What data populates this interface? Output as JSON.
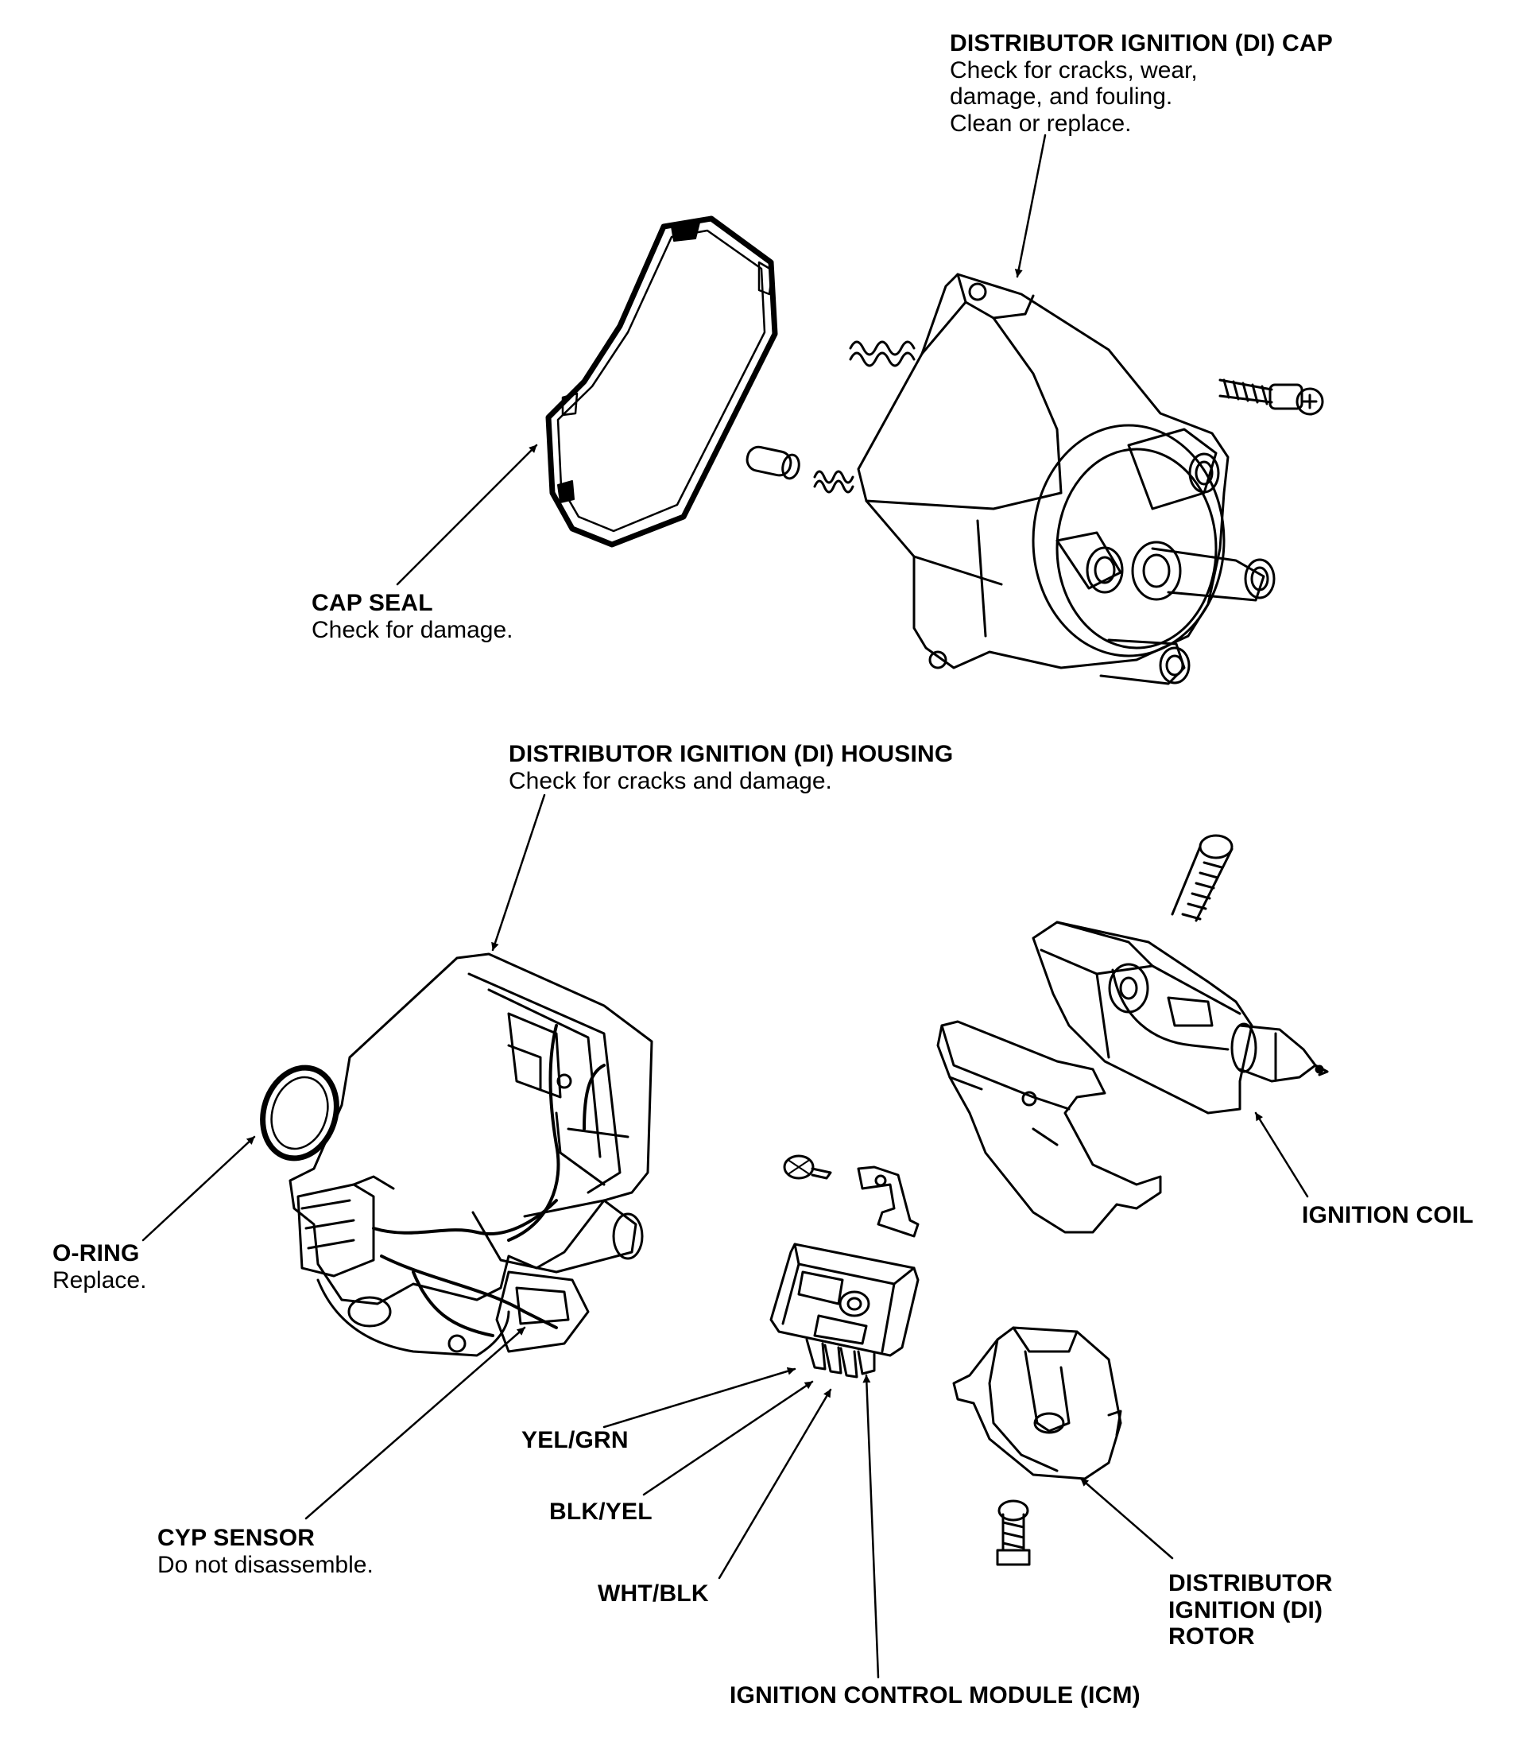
{
  "callouts": {
    "di_cap": {
      "title": "DISTRIBUTOR IGNITION (DI) CAP",
      "notes": [
        "Check for cracks, wear,",
        "damage, and fouling.",
        "Clean or replace."
      ]
    },
    "cap_seal": {
      "title": "CAP SEAL",
      "note": "Check for damage."
    },
    "di_housing": {
      "title": "DISTRIBUTOR IGNITION (DI) HOUSING",
      "note": "Check for cracks and damage."
    },
    "o_ring": {
      "title": "O-RING",
      "note": "Replace."
    },
    "ignition_coil": {
      "title": "IGNITION COIL"
    },
    "cyp_sensor": {
      "title": "CYP SENSOR",
      "note": "Do not disassemble."
    },
    "wires": {
      "yel_grn": "YEL/GRN",
      "blk_yel": "BLK/YEL",
      "wht_blk": "WHT/BLK"
    },
    "di_rotor": {
      "lines": [
        "DISTRIBUTOR",
        "IGNITION (DI)",
        "ROTOR"
      ]
    },
    "icm": {
      "title": "IGNITION CONTROL MODULE (ICM)"
    }
  },
  "colors": {
    "ink": "#000000",
    "paper": "#ffffff"
  }
}
